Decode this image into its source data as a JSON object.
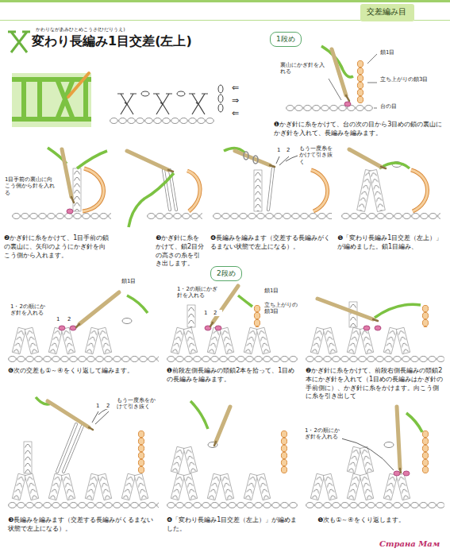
{
  "diagram": {
    "title": "変わり長編み1目交差(左上)",
    "nodes": [
      {
        "text": [
          "交差編み目"
        ]
      },
      {
        "text": [
          "1段め"
        ]
      },
      {
        "text": [
          "2段め"
        ]
      }
    ],
    "labels": [
      "かわりながあみひとめこうさ(ひだりうえ)",
      "⇐",
      "⇒",
      "⇐",
      "裏山にかぎ針を入れる",
      "鎖1目",
      "立ち上がりの鎖3目",
      "台の目",
      "❶かぎ針に糸をかけて、台の次の目から3目めの鎖の裏山にかぎ針を入れて、長編みを編みます。",
      "1目手前の裏山に向こう側から針を入れる",
      "1",
      "2",
      "もう一度糸をかけて引き抜く",
      "❷かぎ針に糸をかけて、1目手前の鎖の裏山に、矢印のようにかぎ針を向こう側から入れます。",
      "❸かぎ針に糸をかけて、鎖2目分の高さの糸を引き出します。",
      "❹長編みを編みます（交差する長編みがくるまない状態で左上になる）。",
      "❺「変わり長編み1目交差（左上）」が編めました。鎖1目編み、",
      "1・2の順にかぎ針を入れる",
      "1",
      "2",
      "鎖1目",
      "1・2の順にかぎ針を入れる",
      "1",
      "2",
      "鎖1目",
      "立ち上がりの鎖3目",
      "❻次の交差も①～④をくり返して編みます。",
      "❶前段左側長編みの頭鎖2本を拾って、1目めの長編みを編みます。",
      "❷かぎ針に糸をかけて、前段右側長編みの頭鎖2本にかぎ針を入れて（1目めの長編みはかぎ針の手前側に）、かぎ針に糸をかけます。向こう側に糸を引き出して",
      "1",
      "2",
      "もう一度糸をかけて引き抜く",
      "❸長編みを編みます（交差する長編みがくるまない状態で左上になる）。",
      "❹「変わり長編み1目交差（左上）」が編めました。",
      "1・2の順にかぎ針を入れる",
      "❺次も①～④をくり返します。",
      "Страна Мам"
    ]
  }
}
